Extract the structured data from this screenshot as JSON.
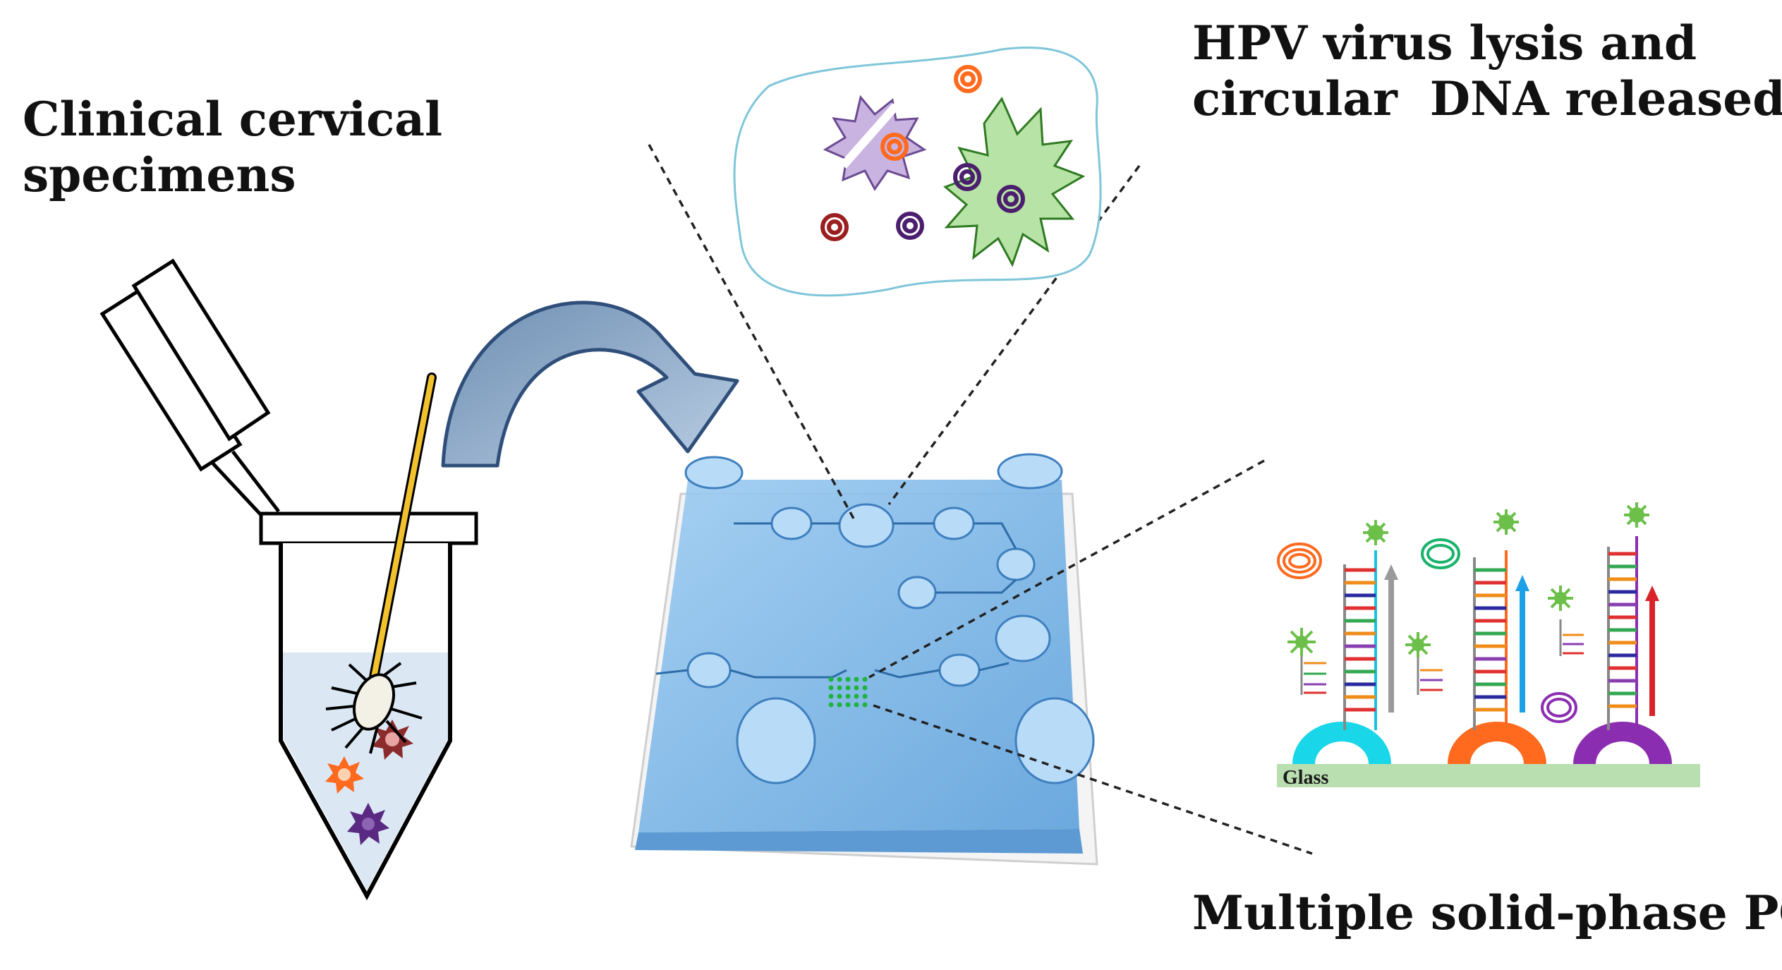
{
  "labels": {
    "clinical_line1": "Clinical cervical",
    "clinical_line2": "specimens",
    "hpv_line1": "HPV virus lysis and",
    "hpv_line2": "circular  DNA released",
    "pcr": "Multiple solid-phase PCR",
    "glass": "Glass"
  },
  "colors": {
    "chip": "#7fb7e6",
    "chip_dark": "#4f8fcc",
    "arrow": "#7f9cbd",
    "liquid": "#dbe8f4",
    "swab": "#f2c12e",
    "glass": "#b9dfb0",
    "cyan": "#19d6e8",
    "orange": "#ff6a1f",
    "purple": "#8b2db0",
    "fluor": "#6cc04a"
  },
  "icons": {
    "tube": "eppendorf-tube-icon",
    "swab": "swab-icon",
    "arrow": "curved-arrow-icon",
    "chip": "microfluidic-chip-icon",
    "lysis": "virus-lysis-icon",
    "pcr": "solid-phase-pcr-icon"
  }
}
